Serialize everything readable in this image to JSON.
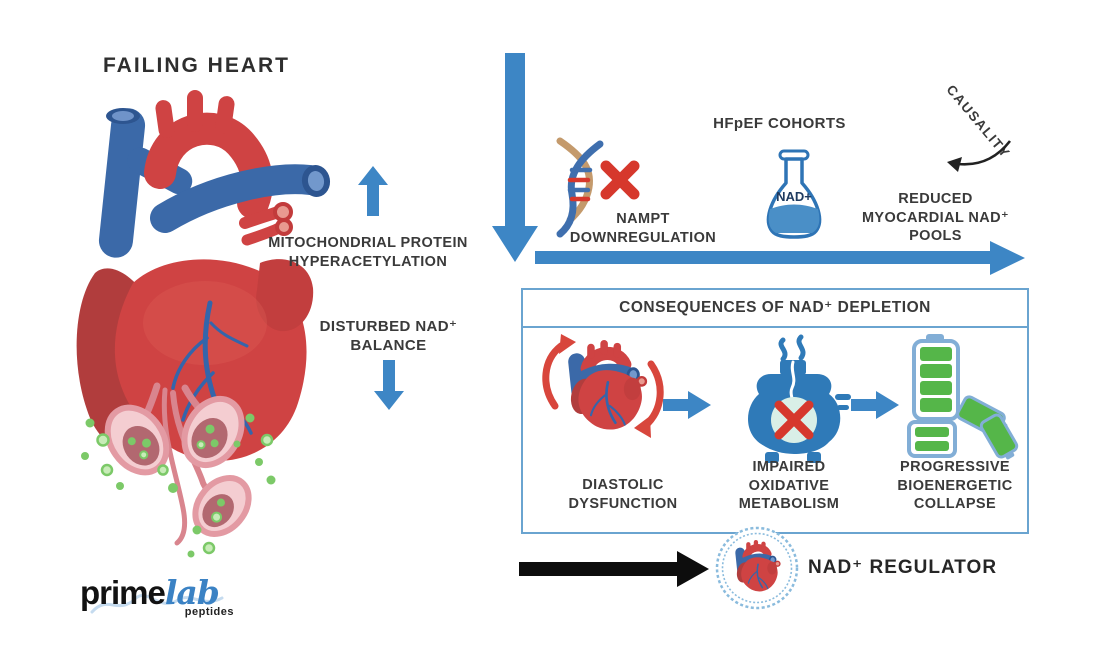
{
  "colors": {
    "arrow_blue": "#3d86c5",
    "box_border": "#6aa4d0",
    "text_dark": "#3a3a3a",
    "red_x": "#d6382c",
    "heart_red": "#cf4343",
    "heart_red_dark": "#b13d3d",
    "heart_blue": "#3b69a8",
    "vein_blue": "#3465ab",
    "sac_pink": "#e39aa3",
    "sac_fill": "#f4cdd1",
    "sac_dark": "#a85a62",
    "dot_green": "#7cc968",
    "battery_green": "#55b649",
    "battery_outline": "#82aed6",
    "flask_blue": "#2e74b5",
    "flask_liquid": "#4a8fc7",
    "furnace_blue": "#2f7ab8",
    "dna_tan": "#c49a6c",
    "dna_brown": "#9c6b4f",
    "dna_blue": "#3f6fae",
    "black_arrow": "#0d0d0d",
    "badge_ring": "#8abbdd",
    "logo_black": "#121212",
    "logo_blue": "#3b82c4",
    "curly_red": "#d8463c"
  },
  "header": {
    "title": "FAILING HEART"
  },
  "left_flow": {
    "mito_line1": "MITOCHONDRIAL PROTEIN",
    "mito_line2": "HYPERACETYLATION",
    "disturbed_line1": "DISTURBED NAD⁺",
    "disturbed_line2": "BALANCE"
  },
  "top_flow": {
    "nampt_line1": "NAMPT",
    "nampt_line2": "DOWNREGULATION",
    "hfpef_label": "HFpEF COHORTS",
    "flask_label": "NAD+",
    "causality_label": "CAUSALITY",
    "reduced_line1": "REDUCED",
    "reduced_line2": "MYOCARDIAL NAD⁺",
    "reduced_line3": "POOLS"
  },
  "consequences": {
    "header": "CONSEQUENCES OF NAD⁺ DEPLETION",
    "items": [
      {
        "icon": "heart-cycle-icon",
        "line1": "DIASTOLIC",
        "line2": "DYSFUNCTION"
      },
      {
        "icon": "furnace-x-icon",
        "line1": "IMPAIRED",
        "line2": "OXIDATIVE",
        "line3": "METABOLISM"
      },
      {
        "icon": "battery-collapse-icon",
        "line1": "PROGRESSIVE",
        "line2": "BIOENERGETIC",
        "line3": "COLLAPSE"
      }
    ]
  },
  "solution": {
    "label": "NAD⁺ REGULATOR"
  },
  "logo": {
    "prime": "prime",
    "lab": "lab",
    "sub": "peptides"
  }
}
